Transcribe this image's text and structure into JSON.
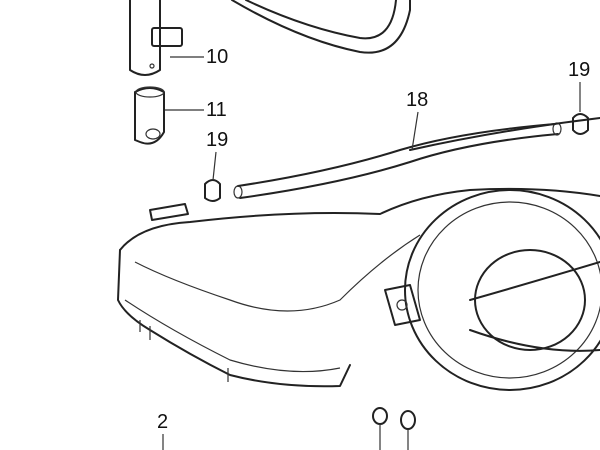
{
  "diagram": {
    "callouts": [
      {
        "id": "part-10",
        "text": "10"
      },
      {
        "id": "part-11",
        "text": "11"
      },
      {
        "id": "part-19a",
        "text": "19"
      },
      {
        "id": "part-18",
        "text": "18"
      },
      {
        "id": "part-19b",
        "text": "19"
      },
      {
        "id": "part-2",
        "text": "2"
      }
    ]
  }
}
